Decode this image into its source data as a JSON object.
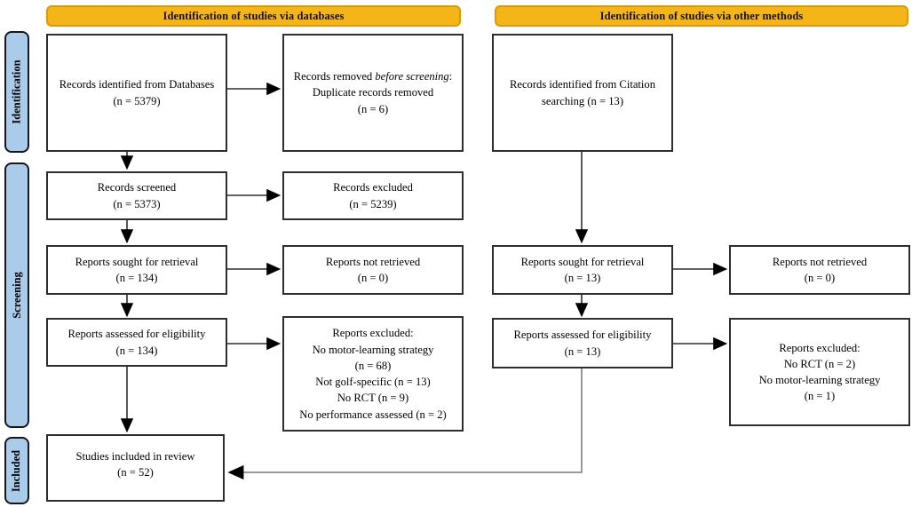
{
  "banners": {
    "databases": "Identification of studies via databases",
    "other_methods": "Identification of studies via other methods"
  },
  "stages": {
    "identification": "Identification",
    "screening": "Screening",
    "included": "Included"
  },
  "colors": {
    "banner_fill": "#F3B517",
    "banner_border": "#DD9A06",
    "stage_fill": "#ABCBEA",
    "box_border": "#2e2e2e",
    "arrow": "#2f2f2f",
    "elbow_arrow": "#8c8c8c"
  },
  "boxes": {
    "records_identified_db": {
      "lines": [
        "Records identified from Databases",
        "(n = 5379)"
      ]
    },
    "records_removed": {
      "prefix": "Records removed ",
      "italic": "before screening",
      "suffix": ":",
      "lines": [
        "Duplicate records removed",
        "(n = 6)"
      ]
    },
    "records_screened": {
      "lines": [
        "Records screened",
        "(n = 5373)"
      ]
    },
    "records_excluded": {
      "lines": [
        "Records excluded",
        "(n = 5239)"
      ]
    },
    "reports_sought_db": {
      "lines": [
        "Reports sought for retrieval",
        "(n = 134)"
      ]
    },
    "reports_not_retrieved_db": {
      "lines": [
        "Reports not retrieved",
        "(n = 0)"
      ]
    },
    "reports_assessed_db": {
      "lines": [
        "Reports assessed for eligibility",
        "(n = 134)"
      ]
    },
    "reports_excluded_db": {
      "lines": [
        "Reports excluded:",
        "No motor-learning strategy",
        "(n = 68)",
        "Not golf-specific (n = 13)",
        "No RCT (n = 9)",
        "No performance assessed (n = 2)"
      ]
    },
    "studies_included": {
      "lines": [
        "Studies included in review",
        "(n = 52)"
      ]
    },
    "records_identified_citation": {
      "lines": [
        "Records identified from Citation",
        "searching (n = 13)"
      ]
    },
    "reports_sought_other": {
      "lines": [
        "Reports sought for retrieval",
        "(n = 13)"
      ]
    },
    "reports_not_retrieved_other": {
      "lines": [
        "Reports not retrieved",
        "(n = 0)"
      ]
    },
    "reports_assessed_other": {
      "lines": [
        "Reports assessed for eligibility",
        "(n = 13)"
      ]
    },
    "reports_excluded_other": {
      "lines": [
        "Reports excluded:",
        "No RCT (n = 2)",
        "No motor-learning strategy",
        "(n = 1)"
      ]
    }
  }
}
